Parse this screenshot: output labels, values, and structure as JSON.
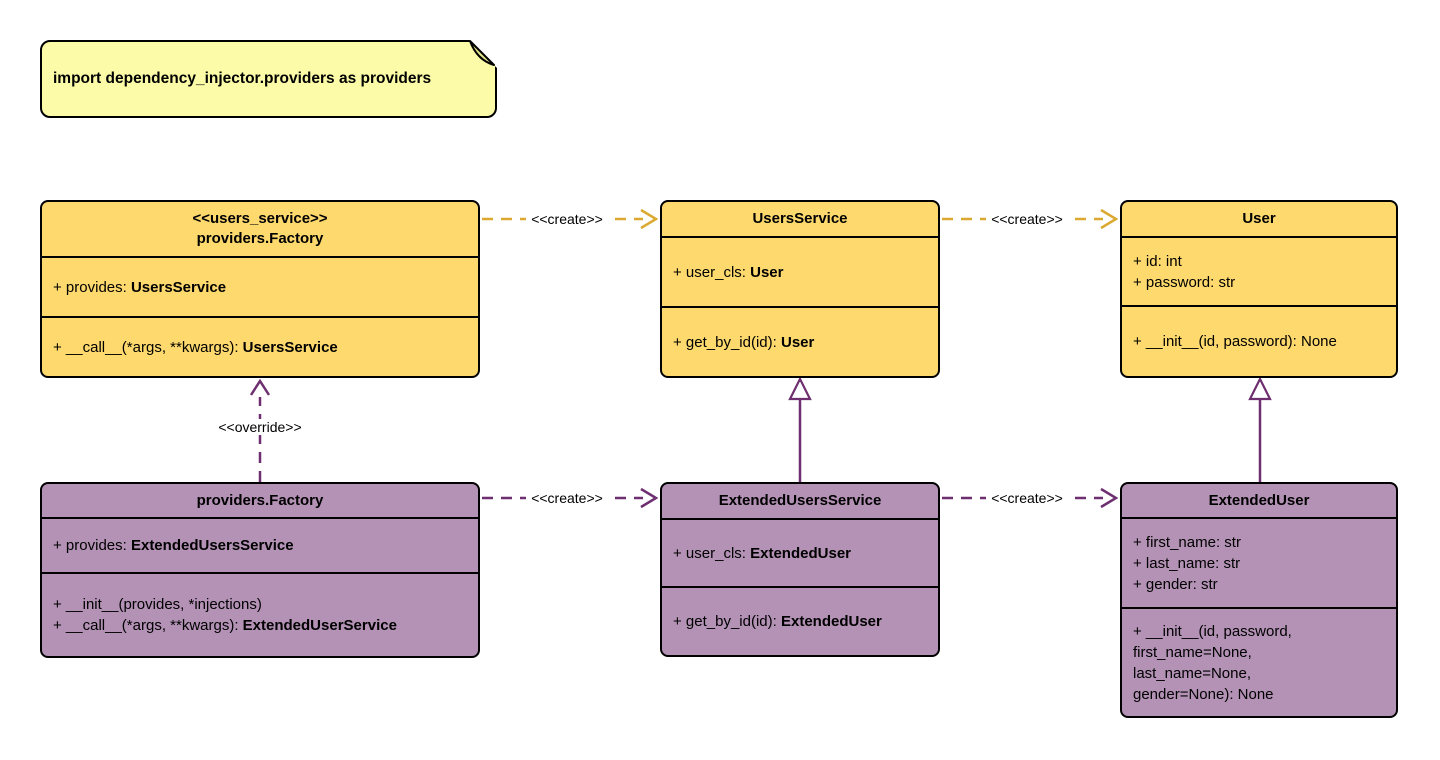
{
  "note": {
    "text": "import dependency_injector.providers as providers"
  },
  "labels": {
    "create": "<<create>>",
    "override": "<<override>>"
  },
  "classes": [
    {
      "stereotype": "<<users_service>>",
      "name": "providers.Factory",
      "attributes": [
        {
          "pre": "+ provides: ",
          "bold": "UsersService"
        }
      ],
      "methods": [
        {
          "pre": "+ __call__(*args, **kwargs): ",
          "bold": "UsersService"
        }
      ]
    },
    {
      "name": "UsersService",
      "attributes": [
        {
          "pre": "+ user_cls: ",
          "bold": "User"
        }
      ],
      "methods": [
        {
          "pre": "+ get_by_id(id): ",
          "bold": "User"
        }
      ]
    },
    {
      "name": "User",
      "attributes": [
        {
          "pre": "+ id: int",
          "bold": ""
        },
        {
          "pre": "+ password: str",
          "bold": ""
        }
      ],
      "methods": [
        {
          "pre": "+ __init__(id, password): None",
          "bold": ""
        }
      ]
    },
    {
      "name": "providers.Factory",
      "attributes": [
        {
          "pre": "+ provides: ",
          "bold": "ExtendedUsersService"
        }
      ],
      "methods": [
        {
          "pre": "+ __init__(provides, *injections)",
          "bold": ""
        },
        {
          "pre": "+ __call__(*args, **kwargs): ",
          "bold": "ExtendedUserService"
        }
      ]
    },
    {
      "name": "ExtendedUsersService",
      "attributes": [
        {
          "pre": "+ user_cls: ",
          "bold": "ExtendedUser"
        }
      ],
      "methods": [
        {
          "pre": "+ get_by_id(id): ",
          "bold": "ExtendedUser"
        }
      ]
    },
    {
      "name": "ExtendedUser",
      "attributes": [
        {
          "pre": "+ first_name: str",
          "bold": ""
        },
        {
          "pre": "+ last_name: str",
          "bold": ""
        },
        {
          "pre": "+ gender: str",
          "bold": ""
        }
      ],
      "methods": [
        {
          "pre": "+ __init__(id, password,",
          "bold": ""
        },
        {
          "pre": "first_name=None,",
          "bold": ""
        },
        {
          "pre": "last_name=None,",
          "bold": ""
        },
        {
          "pre": "gender=None): None",
          "bold": ""
        }
      ]
    }
  ],
  "colors": {
    "class_yellow": "#fdd96e",
    "class_purple": "#b392b5",
    "note_yellow": "#fcfca8",
    "note_fold": "#e5e58f",
    "arrow_yellow": "#dba931",
    "arrow_purple": "#6e2f70",
    "border": "#000000"
  }
}
